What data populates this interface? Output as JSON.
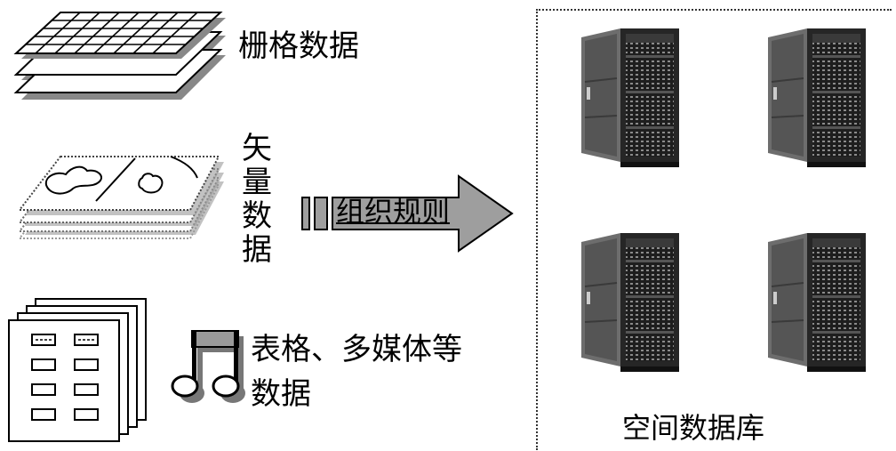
{
  "labels": {
    "raster": "栅格数据",
    "vector": [
      "矢",
      "量",
      "数",
      "据"
    ],
    "table_line1": "表格、多媒体等",
    "table_line2": "数据",
    "arrow": "组织规则",
    "database": "空间数据库"
  },
  "colors": {
    "arrow_fill": "#9e9e9e",
    "shadow": "#888888",
    "server_dark": "#2a2a2a",
    "server_mid": "#5a5a5a"
  },
  "icons": {
    "raster": "raster-layers-icon",
    "vector": "vector-layers-icon",
    "documents": "table-document-stack-icon",
    "music": "music-note-icon",
    "server": "server-rack-icon"
  }
}
